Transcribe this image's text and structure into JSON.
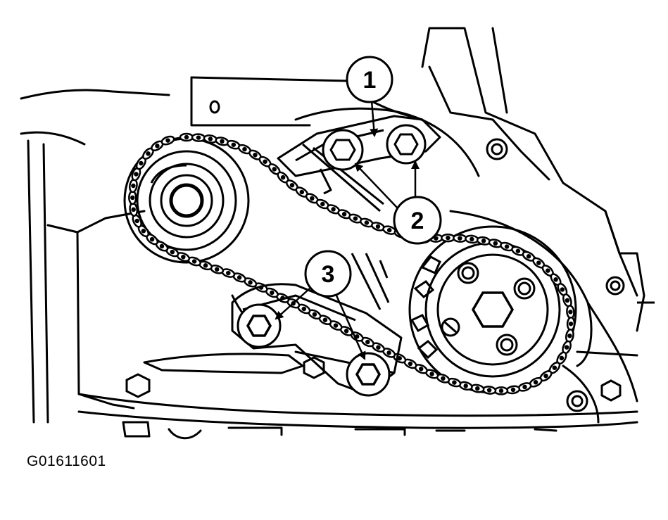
{
  "figure_id": "G01611601",
  "callouts": [
    {
      "label": "1"
    },
    {
      "label": "2"
    },
    {
      "label": "3"
    }
  ],
  "colors": {
    "ink": "#000000",
    "paper": "#ffffff"
  }
}
